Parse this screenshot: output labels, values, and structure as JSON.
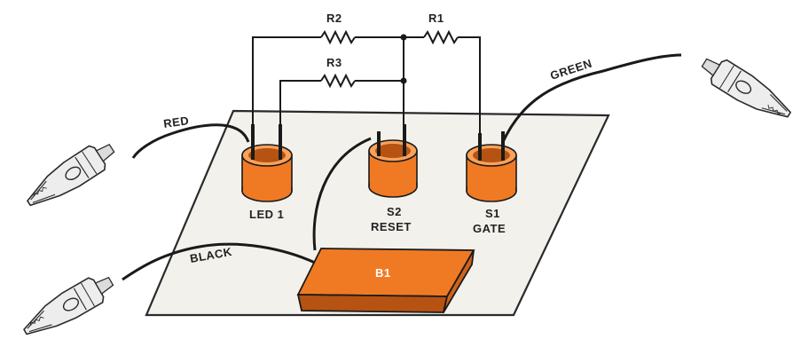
{
  "labels": {
    "r1": "R1",
    "r2": "R2",
    "r3": "R3",
    "led": "LED 1",
    "s2_line1": "S2",
    "s2_line2": "RESET",
    "s1_line1": "S1",
    "s1_line2": "GATE",
    "battery": "B1",
    "wire_red": "RED",
    "wire_green": "GREEN",
    "wire_black": "BLACK"
  },
  "colors": {
    "board": "#f3f1ec",
    "board_edge": "#2a2a2a",
    "component": "#f07a24",
    "component_dark": "#b65312",
    "component_light": "#f9a15a",
    "wire": "#1a1a1a",
    "clip": "#ededed"
  },
  "icons": {
    "clip_left_top": "alligator-clip-icon",
    "clip_left_bottom": "alligator-clip-icon",
    "clip_right": "alligator-clip-icon",
    "resistor": "resistor-zigzag-icon"
  }
}
